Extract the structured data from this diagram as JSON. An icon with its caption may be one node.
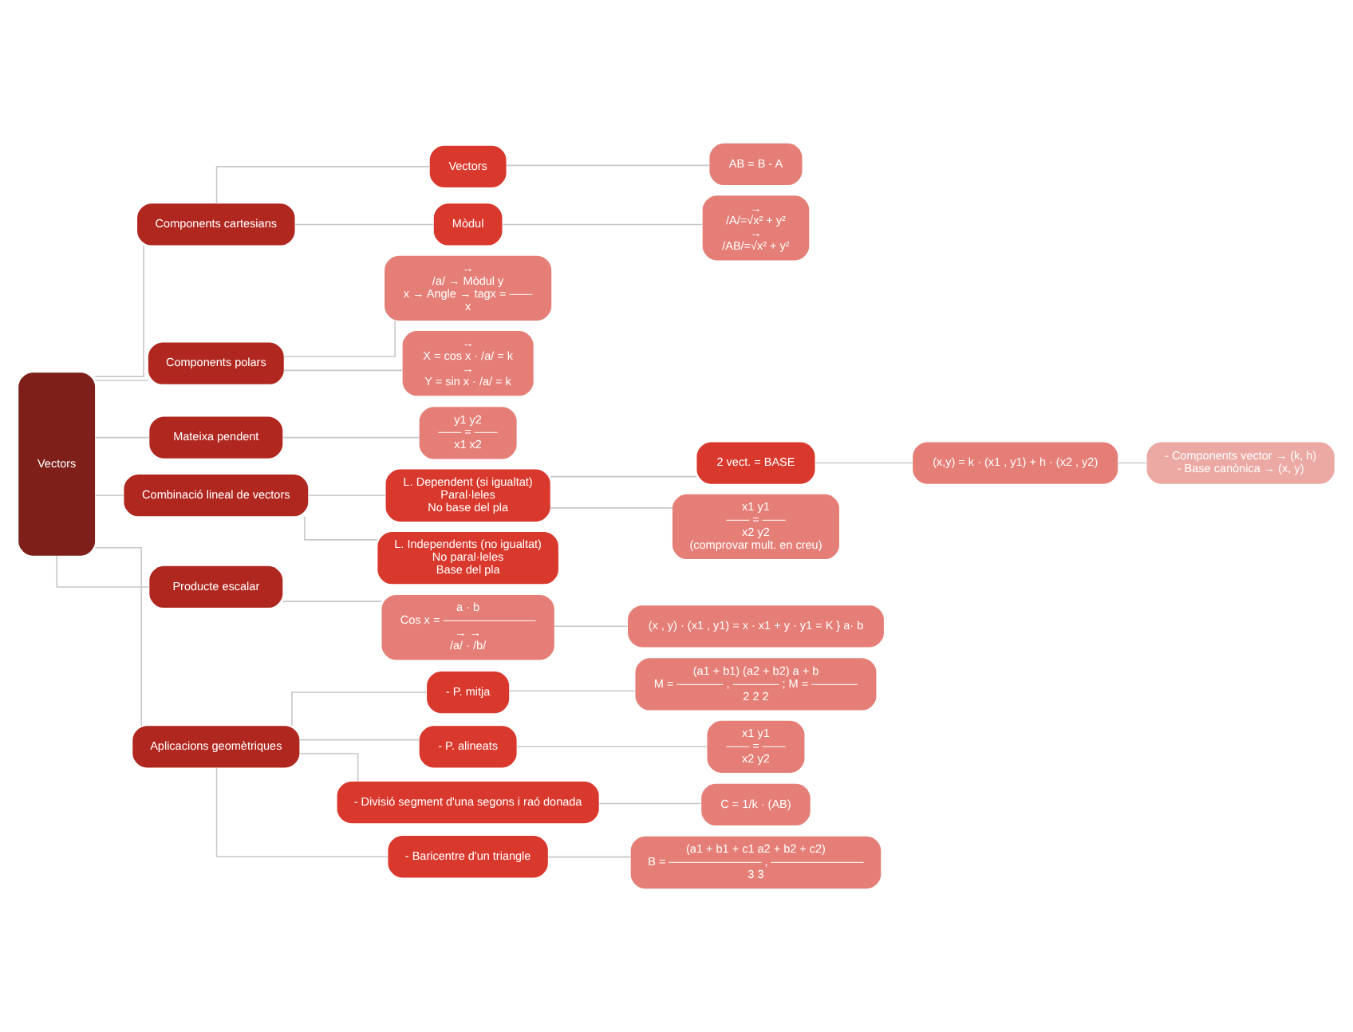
{
  "diagram": {
    "nodes": [
      {
        "text": [
          "Vectors"
        ]
      },
      {
        "text": [
          "Components cartesians"
        ]
      },
      {
        "text": [
          "Vectors"
        ]
      },
      {
        "text": [
          "AB = B - A"
        ]
      },
      {
        "text": [
          "Mòdul"
        ]
      },
      {
        "text": [
          "→",
          "/A/=√x² + y²",
          "→",
          "/AB/=√x² + y²"
        ]
      },
      {
        "text": [
          "Components polars"
        ]
      },
      {
        "text": [
          "→",
          "/a/ → Mòdul y",
          "x → Angle → tagx = ——",
          "x"
        ]
      },
      {
        "text": [
          "→",
          "X = cos x · /a/ = k",
          "→",
          "Y = sin x · /a/ = k"
        ]
      },
      {
        "text": [
          "Mateixa pendent"
        ]
      },
      {
        "text": [
          "y1 y2",
          "—— = ——",
          "x1 x2"
        ]
      },
      {
        "text": [
          "Combinació lineal de vectors"
        ]
      },
      {
        "text": [
          "L. Dependent (si igualtat)",
          "Paral·leles",
          "No base del pla"
        ]
      },
      {
        "text": [
          "2 vect. = BASE"
        ]
      },
      {
        "text": [
          "(x,y) = k · (x1 , y1) + h · (x2 , y2)"
        ]
      },
      {
        "text": [
          "- Components vector → (k, h)",
          "- Base canònica → (x, y)"
        ]
      },
      {
        "text": [
          "x1 y1",
          "—— = ——",
          "x2 y2",
          "(comprovar mult. en creu)"
        ]
      },
      {
        "text": [
          "L. Independents (no igualtat)",
          "No paral·leles",
          "Base del pla"
        ]
      },
      {
        "text": [
          "Producte escalar"
        ]
      },
      {
        "text": [
          "a · b",
          "Cos x = ————————",
          "→ →",
          "/a/ · /b/"
        ]
      },
      {
        "text": [
          "(x , y) · (x1 , y1) = x · x1 + y · y1 = K } a· b"
        ]
      },
      {
        "text": [
          "Aplicacions geomètriques"
        ]
      },
      {
        "text": [
          "- P. mitja"
        ]
      },
      {
        "text": [
          "(a1 + b1) (a2 + b2) a + b",
          "M = ———— , ———— ; M = ————",
          "2 2 2"
        ]
      },
      {
        "text": [
          "- P. alineats"
        ]
      },
      {
        "text": [
          "x1 y1",
          "—— = ——",
          "x2 y2"
        ]
      },
      {
        "text": [
          "- Divisió segment d'una segons i raó donada"
        ]
      },
      {
        "text": [
          "C = 1/k · (AB)"
        ]
      },
      {
        "text": [
          "- Baricentre d'un triangle"
        ]
      },
      {
        "text": [
          "(a1 + b1 + c1 a2 + b2 + c2)",
          "B = ———————— , ————————",
          "3 3"
        ]
      }
    ],
    "edges": [
      {
        "from": 0,
        "to": 1,
        "arrow": "none"
      },
      {
        "from": 1,
        "to": 2,
        "arrow": "none"
      },
      {
        "from": 2,
        "to": 3,
        "arrow": "none"
      },
      {
        "from": 1,
        "to": 4,
        "arrow": "none"
      },
      {
        "from": 4,
        "to": 5,
        "arrow": "none"
      },
      {
        "from": 0,
        "to": 6,
        "arrow": "none"
      },
      {
        "from": 6,
        "to": 7,
        "arrow": "none"
      },
      {
        "from": 6,
        "to": 8,
        "arrow": "none"
      },
      {
        "from": 0,
        "to": 9,
        "arrow": "none"
      },
      {
        "from": 9,
        "to": 10,
        "arrow": "none"
      },
      {
        "from": 0,
        "to": 11,
        "arrow": "none"
      },
      {
        "from": 11,
        "to": 12,
        "arrow": "none"
      },
      {
        "from": 12,
        "to": 13,
        "arrow": "none"
      },
      {
        "from": 13,
        "to": 14,
        "arrow": "none"
      },
      {
        "from": 14,
        "to": 15,
        "arrow": "none"
      },
      {
        "from": 12,
        "to": 16,
        "arrow": "none"
      },
      {
        "from": 11,
        "to": 17,
        "arrow": "none"
      },
      {
        "from": 0,
        "to": 18,
        "arrow": "none"
      },
      {
        "from": 18,
        "to": 19,
        "arrow": "none"
      },
      {
        "from": 19,
        "to": 20,
        "arrow": "none"
      },
      {
        "from": 0,
        "to": 21,
        "arrow": "none"
      },
      {
        "from": 21,
        "to": 22,
        "arrow": "none"
      },
      {
        "from": 22,
        "to": 23,
        "arrow": "none"
      },
      {
        "from": 21,
        "to": 24,
        "arrow": "none"
      },
      {
        "from": 24,
        "to": 25,
        "arrow": "none"
      },
      {
        "from": 21,
        "to": 26,
        "arrow": "none"
      },
      {
        "from": 26,
        "to": 27,
        "arrow": "none"
      },
      {
        "from": 21,
        "to": 28,
        "arrow": "none"
      },
      {
        "from": 28,
        "to": 29,
        "arrow": "none"
      }
    ]
  }
}
